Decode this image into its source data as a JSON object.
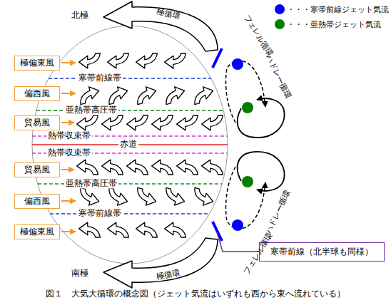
{
  "diagram": {
    "caption": "図１　大気大循環の概念図（ジェット気流はいずれも西から東へ流れている）",
    "nodes": [
      {
        "text": [
          "極偏東風"
        ]
      },
      {
        "text": [
          "偏西風"
        ]
      },
      {
        "text": [
          "貿易風"
        ]
      },
      {
        "text": [
          "貿易風"
        ]
      },
      {
        "text": [
          "偏西風"
        ]
      },
      {
        "text": [
          "極偏東風"
        ]
      },
      {
        "text": [
          "寒帯前線（北半球も同様）"
        ]
      }
    ],
    "labels": [
      "北極",
      "極循環",
      "フェレル循環",
      "寒帯前線帯",
      "ハドレー循環",
      "亜熱帯高圧帯",
      "熱帯収束帯",
      "赤道",
      "熱帯収束帯",
      "亜熱帯高圧帯",
      "ハドレー循環",
      "寒帯前線帯",
      "フェレル循環",
      "極循環",
      "南極"
    ],
    "legend": [
      {
        "text": "・・・寒帯前線ジェット気流",
        "color": "#0000ff"
      },
      {
        "text": "・・・亜熱帯ジェット気流",
        "color": "#008000"
      }
    ]
  }
}
